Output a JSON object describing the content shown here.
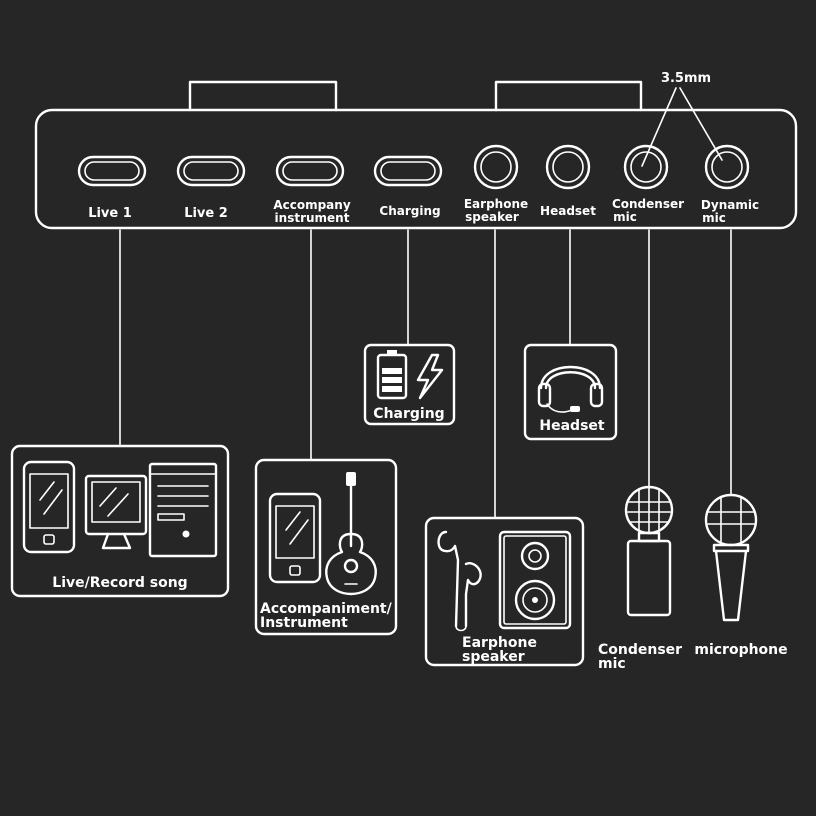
{
  "device": {
    "ports": [
      {
        "id": "live1",
        "type": "usb-c",
        "lines": [
          "Live 1"
        ]
      },
      {
        "id": "live2",
        "type": "usb-c",
        "lines": [
          "Live 2"
        ]
      },
      {
        "id": "accompany",
        "type": "usb-c",
        "lines": [
          "Accompany",
          "instrument"
        ]
      },
      {
        "id": "charging",
        "type": "usb-c",
        "lines": [
          "Charging"
        ]
      },
      {
        "id": "earphone",
        "type": "jack",
        "lines": [
          "Earphone",
          "speaker"
        ]
      },
      {
        "id": "headset",
        "type": "jack",
        "lines": [
          "Headset"
        ]
      },
      {
        "id": "condenser",
        "type": "jack",
        "lines": [
          "Condenser",
          "mic"
        ]
      },
      {
        "id": "dynamic",
        "type": "jack",
        "lines": [
          "Dynamic",
          "mic"
        ]
      }
    ],
    "jack_size_label": "3.5mm"
  },
  "devices": {
    "live_record": {
      "lines": [
        "Live/Record song"
      ],
      "icons": [
        "smartphone-icon",
        "computer-icon"
      ]
    },
    "accompaniment": {
      "lines": [
        "Accompaniment/",
        "Instrument"
      ],
      "icons": [
        "smartphone-icon",
        "guitar-icon"
      ]
    },
    "charging": {
      "lines": [
        "Charging"
      ],
      "icons": [
        "battery-icon",
        "lightning-icon"
      ]
    },
    "headset": {
      "lines": [
        "Headset"
      ],
      "icons": [
        "headset-icon"
      ]
    },
    "earphone_speaker": {
      "lines": [
        "Earphone",
        "speaker"
      ],
      "icons": [
        "earphones-icon",
        "speaker-icon"
      ]
    },
    "condenser_mic": {
      "lines": [
        "Condenser",
        "mic"
      ],
      "icons": [
        "condenser-mic-icon"
      ]
    },
    "dynamic_mic": {
      "lines": [
        "microphone"
      ],
      "icons": [
        "dynamic-mic-icon"
      ]
    }
  },
  "colors": {
    "background": "#262626",
    "line": "#ffffff"
  }
}
